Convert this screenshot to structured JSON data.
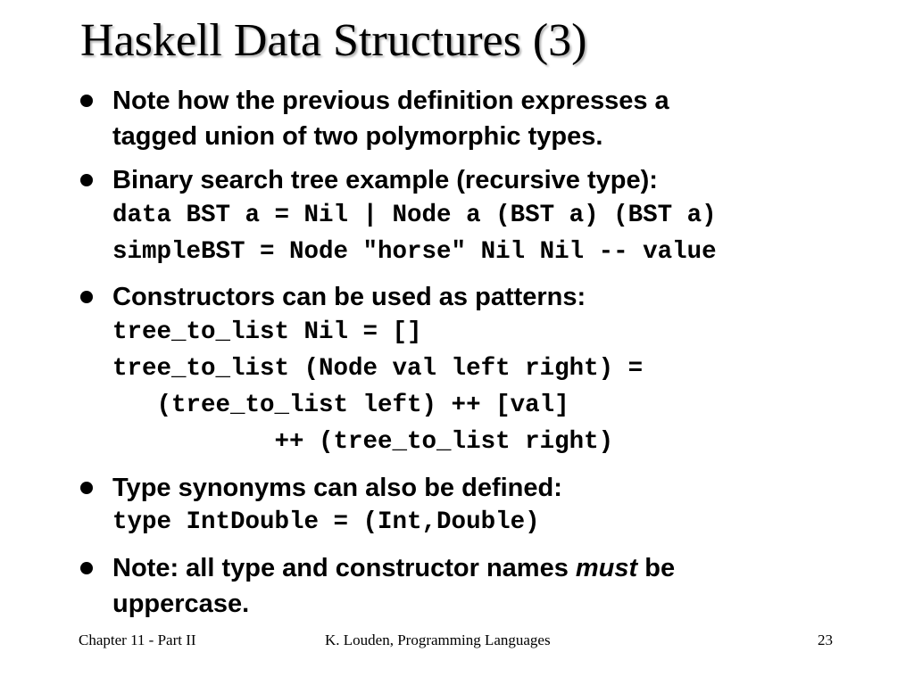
{
  "slide": {
    "title": "Haskell Data Structures (3)",
    "bullets": [
      {
        "lines": [
          "Note how the previous definition expresses a",
          "tagged union of two polymorphic types."
        ]
      },
      {
        "lines": [
          "Binary search tree example (recursive type):"
        ]
      },
      {
        "lines": [
          "Constructors can be used as patterns:"
        ]
      },
      {
        "lines": [
          "Type synonyms can also be defined:"
        ]
      },
      {
        "line1_before": "Note: all type and constructor names ",
        "line1_emph": "must",
        "line1_after": " be",
        "line2": "uppercase."
      }
    ],
    "code": {
      "bst_def": "data BST a = Nil | Node a (BST a) (BST a)",
      "bst_value": "simpleBST = Node \"horse\" Nil Nil -- value",
      "pattern_1": "tree_to_list Nil = []",
      "pattern_2": "tree_to_list (Node val left right) =",
      "pattern_3": "   (tree_to_list left) ++ [val]",
      "pattern_4": "           ++ (tree_to_list right)",
      "type_synonym": "type IntDouble = (Int,Double)"
    }
  },
  "footer": {
    "chapter": "Chapter 11 - Part II",
    "author": "K. Louden, Programming Languages",
    "page": "23"
  }
}
